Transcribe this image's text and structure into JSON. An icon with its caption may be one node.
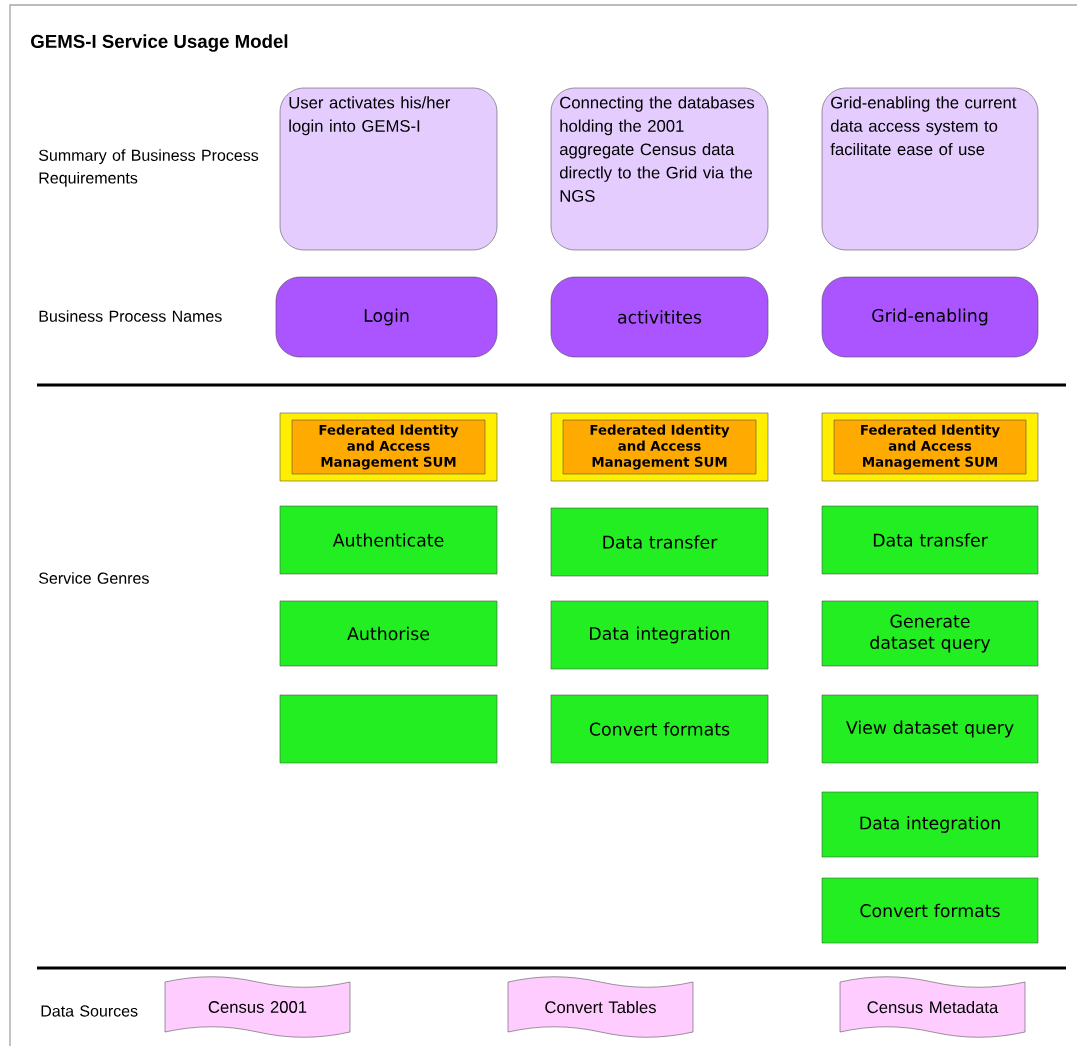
{
  "diagram": {
    "title": "GEMS-I Service Usage Model",
    "nodes": [
      {
        "text": [
          "User activates his/her login into GEMS-I"
        ]
      },
      {
        "text": [
          "Connecting the databases holding the 2001 aggregate Census data directly to the Grid via the NGS"
        ]
      },
      {
        "text": [
          "Grid-enabling the current data access system to facilitate ease of use"
        ]
      },
      {
        "text": [
          "Login"
        ]
      },
      {
        "text": [
          "activitites"
        ]
      },
      {
        "text": [
          "Grid-enabling"
        ]
      },
      {
        "text": [
          "Federated Identity and Access Management SUM"
        ]
      },
      {
        "text": [
          "Federated Identity and Access Management SUM"
        ]
      },
      {
        "text": [
          "Federated Identity and Access Management SUM"
        ]
      },
      {
        "text": [
          "Authenticate"
        ]
      },
      {
        "text": [
          "Data transfer"
        ]
      },
      {
        "text": [
          "Data transfer"
        ]
      },
      {
        "text": [
          "Authorise"
        ]
      },
      {
        "text": [
          "Data integration"
        ]
      },
      {
        "text": [
          "Generate dataset query"
        ]
      },
      {
        "text": [],
        "shape": "box"
      },
      {
        "text": [
          "Convert formats"
        ]
      },
      {
        "text": [
          "View dataset query"
        ]
      },
      {
        "text": [
          "Data integration"
        ]
      },
      {
        "text": [
          "Convert formats"
        ]
      },
      {
        "text": [
          "Census 2001"
        ]
      },
      {
        "text": [
          "Convert Tables"
        ]
      },
      {
        "text": [
          "Census Metadata"
        ]
      }
    ],
    "labels": [
      "Summary of Business Process Requirements",
      "Business Process Names",
      "Service Genres",
      "Data Sources"
    ]
  }
}
